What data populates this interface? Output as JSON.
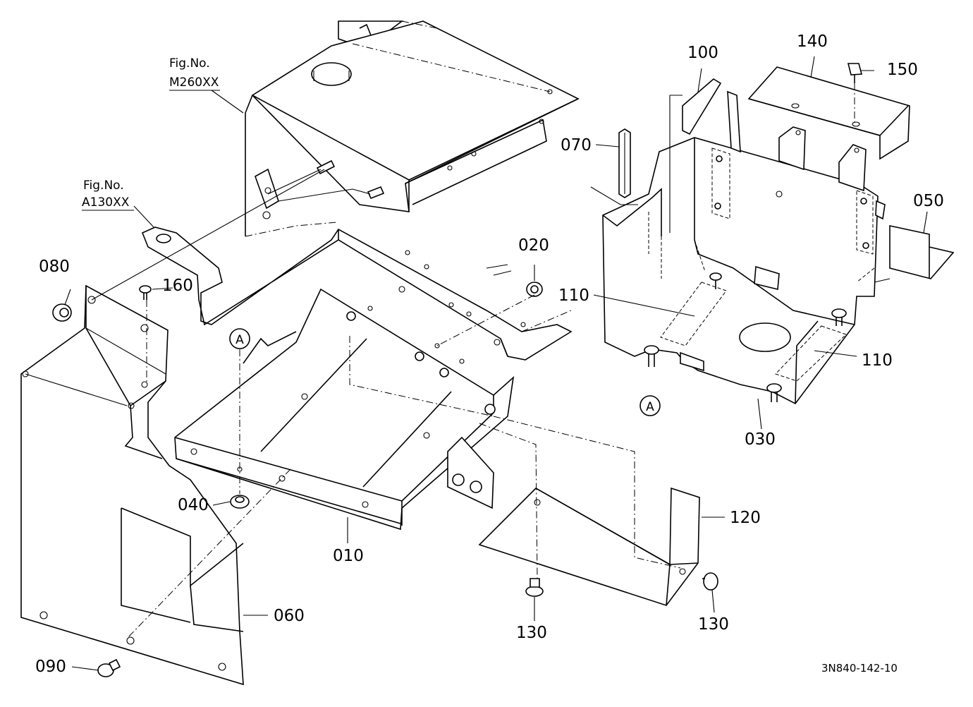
{
  "figure_references": [
    {
      "label": "Fig.No.",
      "number": "M260XX"
    },
    {
      "label": "Fig.No.",
      "number": "A130XX"
    }
  ],
  "parts": [
    {
      "id": "p010",
      "code": "010"
    },
    {
      "id": "p020",
      "code": "020"
    },
    {
      "id": "p030",
      "code": "030"
    },
    {
      "id": "p040",
      "code": "040"
    },
    {
      "id": "p050",
      "code": "050"
    },
    {
      "id": "p060",
      "code": "060"
    },
    {
      "id": "p070",
      "code": "070"
    },
    {
      "id": "p080",
      "code": "080"
    },
    {
      "id": "p090",
      "code": "090"
    },
    {
      "id": "p100",
      "code": "100"
    },
    {
      "id": "p110a",
      "code": "110"
    },
    {
      "id": "p110b",
      "code": "110"
    },
    {
      "id": "p120",
      "code": "120"
    },
    {
      "id": "p130a",
      "code": "130"
    },
    {
      "id": "p130b",
      "code": "130"
    },
    {
      "id": "p140",
      "code": "140"
    },
    {
      "id": "p150",
      "code": "150"
    },
    {
      "id": "p160",
      "code": "160"
    }
  ],
  "reference_markers": [
    "A",
    "A"
  ],
  "drawing_code": "3N840-142-10"
}
